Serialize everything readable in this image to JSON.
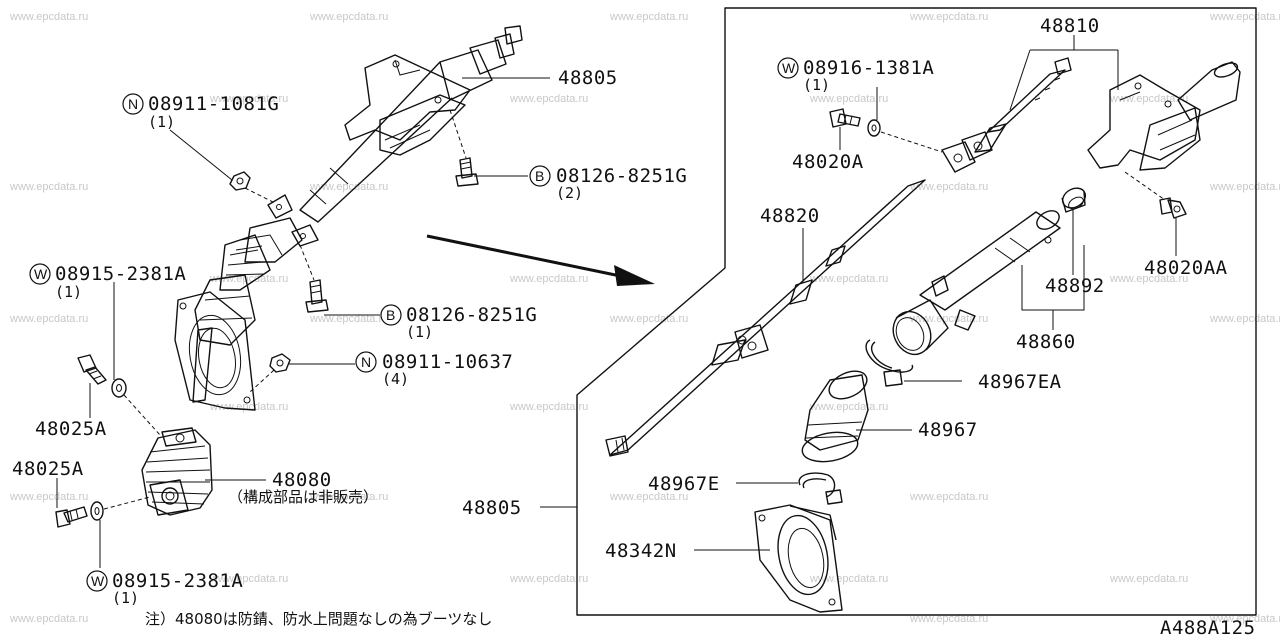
{
  "watermark": "www.epcdata.ru",
  "diagram_code": "A488A125",
  "note": "注）48080は防錆、防水上問題なしの為ブーツなし",
  "labels": {
    "p48805_top": "48805",
    "p48805_side": "48805",
    "p48810": "48810",
    "p48820": "48820",
    "p48860": "48860",
    "p48892": "48892",
    "p48967": "48967",
    "p48967E": "48967E",
    "p48967EA": "48967EA",
    "p48342N": "48342N",
    "p48080": "48080",
    "p48080_note": "（構成部品は非販売）",
    "p48020A": "48020A",
    "p48020AA": "48020AA",
    "p48025A_1": "48025A",
    "p48025A_2": "48025A"
  },
  "fasteners": {
    "n1": {
      "prefix": "N",
      "code": "08911-1081G",
      "qty": "(1)"
    },
    "b1": {
      "prefix": "B",
      "code": "08126-8251G",
      "qty": "(2)"
    },
    "w1": {
      "prefix": "W",
      "code": "08915-2381A",
      "qty": "(1)"
    },
    "b2": {
      "prefix": "B",
      "code": "08126-8251G",
      "qty": "(1)"
    },
    "n2": {
      "prefix": "N",
      "code": "08911-10637",
      "qty": "(4)"
    },
    "w2": {
      "prefix": "W",
      "code": "08915-2381A",
      "qty": "(1)"
    },
    "w3": {
      "prefix": "W",
      "code": "08916-1381A",
      "qty": "(1)"
    }
  }
}
